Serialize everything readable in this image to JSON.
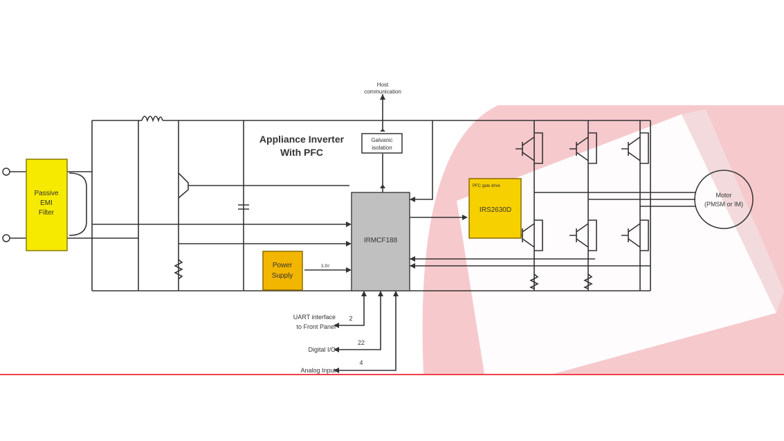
{
  "title": "Appliance Inverter With PFC",
  "title_line1": "Appliance Inverter",
  "title_line2": "With PFC",
  "host": {
    "line1": "Host",
    "line2": "communication"
  },
  "isolation": {
    "line1": "Galvanic",
    "line2": "isolation"
  },
  "emi_filter": {
    "line1": "Passive",
    "line2": "EMI",
    "line3": "Filter"
  },
  "controller": "IRMCF188",
  "power_supply": {
    "line1": "Power",
    "line2": "Supply",
    "voltage": "3.3V"
  },
  "gate_driver": {
    "label": "PFC gate drive",
    "part": "IRS2630D"
  },
  "motor": {
    "line1": "Motor",
    "line2": "(PMSM or IM)"
  },
  "io": {
    "uart_line1": "UART interface",
    "uart_line2": "to Front Panel",
    "uart_count": "2",
    "digital": "Digital I/O",
    "digital_count": "22",
    "analog": "Analog Input",
    "analog_count": "4"
  },
  "colors": {
    "emi": "#f5ea00",
    "supply": "#f2b600",
    "driver": "#f7d000",
    "controller": "#c0c0c0",
    "accent": "#e8000b",
    "overlay": "#f5c4c8"
  }
}
